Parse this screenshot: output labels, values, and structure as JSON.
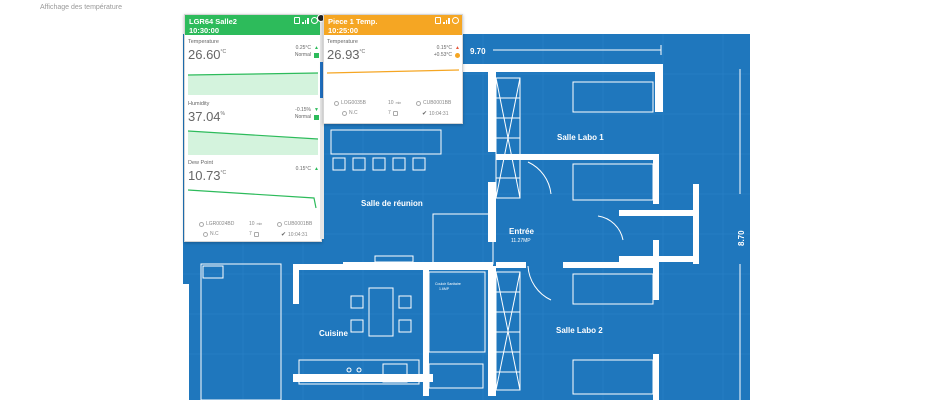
{
  "page": {
    "subtitle": "Affichage des température"
  },
  "plan": {
    "dimension_top": "9.70",
    "dimension_right": "8.70",
    "rooms": {
      "salle_labo_1": "Salle Labo 1",
      "salle_reunion": "Salle de réunion",
      "entree": "Entrée",
      "entree_area": "11.27MP",
      "cuisine": "Cuisine",
      "salle_labo_2": "Salle Labo 2",
      "small_note_1": "Couloir Sanitaire",
      "small_note_2": "1.6MP"
    }
  },
  "cards": [
    {
      "title": "LGR64 Salle2",
      "time": "10:30:00",
      "header_color": "#2dbb5b",
      "metrics": [
        {
          "label": "Temperature",
          "value": "26.60",
          "unit": "°C",
          "delta": "0.25°C",
          "status": "Normal",
          "arrow": "▲",
          "color": "#2dbb5b"
        },
        {
          "label": "Humidity",
          "value": "37.04",
          "unit": "%",
          "delta": "-0.15%",
          "status": "Normal",
          "arrow": "▼",
          "color": "#2dbb5b"
        },
        {
          "label": "Dew Point",
          "value": "10.73",
          "unit": "°C",
          "delta": "0.15°C",
          "status": "",
          "arrow": "▲",
          "color": "#2dbb5b"
        }
      ],
      "footer": {
        "id1": "LGR0024BD",
        "interval": "10",
        "interval_unit": "min",
        "id2": "CUB0001BB",
        "nc": "N.C",
        "count": "7",
        "last": "10:04:31"
      }
    },
    {
      "title": "Piece 1 Temp.",
      "time": "10:25:00",
      "header_color": "#f5a623",
      "metrics": [
        {
          "label": "Temperature",
          "value": "26.93",
          "unit": "°C",
          "delta": "0.15°C",
          "delta2": "+0.53°C",
          "status": "",
          "arrow": "▲",
          "color": "#f5a623"
        }
      ],
      "footer": {
        "id1": "LOG0035B",
        "interval": "10",
        "interval_unit": "min",
        "id2": "CUB0001BB",
        "nc": "N.C",
        "count": "7",
        "last": "10:04:31"
      }
    }
  ],
  "colors": {
    "blueprint": "#1f77bd",
    "blueprint_dark": "#1a6aab",
    "wall": "#ffffff"
  }
}
